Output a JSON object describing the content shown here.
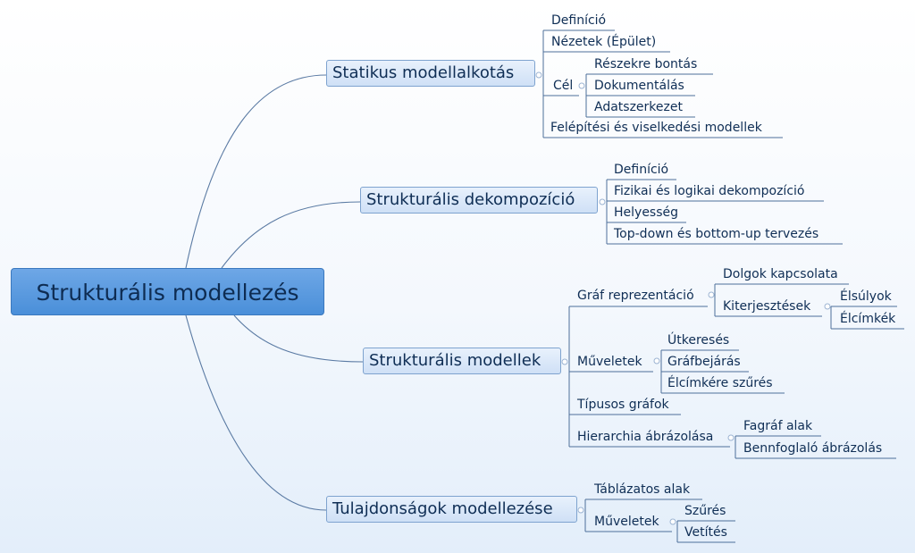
{
  "root": "Strukturális modellezés",
  "branches": {
    "statikus": {
      "label": "Statikus modellalkotás",
      "definicio": "Definíció",
      "nezetek": "Nézetek (Épület)",
      "cel": "Cél",
      "reszekre": "Részekre bontás",
      "dokumentalas": "Dokumentálás",
      "adatszerkezet": "Adatszerkezet",
      "felepitesi": "Felépítési és viselkedési modellek"
    },
    "dekompozicio": {
      "label": "Strukturális dekompozíció",
      "definicio": "Definíció",
      "fizikai": "Fizikai és logikai dekompozíció",
      "helyesseg": "Helyesség",
      "topdown": "Top-down és bottom-up tervezés"
    },
    "modellek": {
      "label": "Strukturális modellek",
      "graf": "Gráf reprezentáció",
      "dolgok": "Dolgok kapcsolata",
      "kiterjesztesek": "Kiterjesztések",
      "elsulyok": "Élsúlyok",
      "elcimkek": "Élcímkék",
      "muveletek": "Műveletek",
      "utkereses": "Útkeresés",
      "grafbejaras": "Gráfbejárás",
      "elcimkere": "Élcímkére szűrés",
      "tipusos": "Típusos gráfok",
      "hierarchia": "Hierarchia ábrázolása",
      "fagraf": "Fagráf alak",
      "bennfoglalo": "Bennfoglaló ábrázolás"
    },
    "tulajdonsagok": {
      "label": "Tulajdonságok modellezése",
      "tablazatos": "Táblázatos alak",
      "muveletek": "Műveletek",
      "szures": "Szűrés",
      "vetites": "Vetítés"
    }
  }
}
